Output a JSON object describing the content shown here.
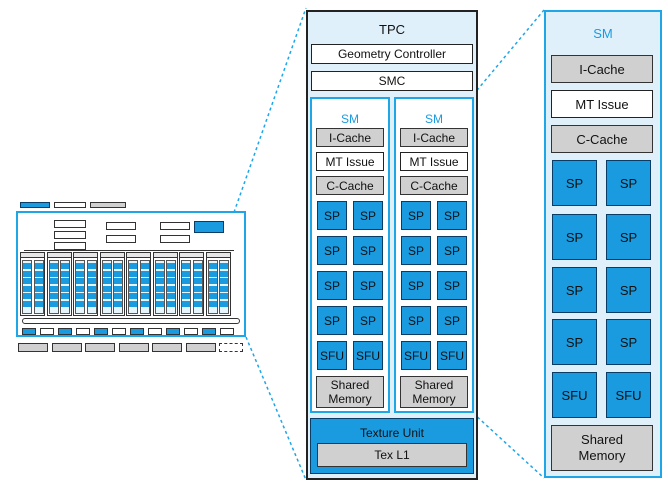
{
  "tpc": {
    "title": "TPC",
    "geometry_controller": "Geometry Controller",
    "smc": "SMC",
    "texture_unit": "Texture Unit",
    "tex_l1": "Tex L1"
  },
  "sm": {
    "title": "SM",
    "icache": "I-Cache",
    "mt_issue": "MT Issue",
    "ccache": "C-Cache",
    "sp": "SP",
    "sfu": "SFU",
    "shared_line1": "Shared",
    "shared_line2": "Memory"
  },
  "colors": {
    "blue": "#1a9be0",
    "cyan": "#1fa6e6",
    "gray": "#d0d0d0"
  }
}
